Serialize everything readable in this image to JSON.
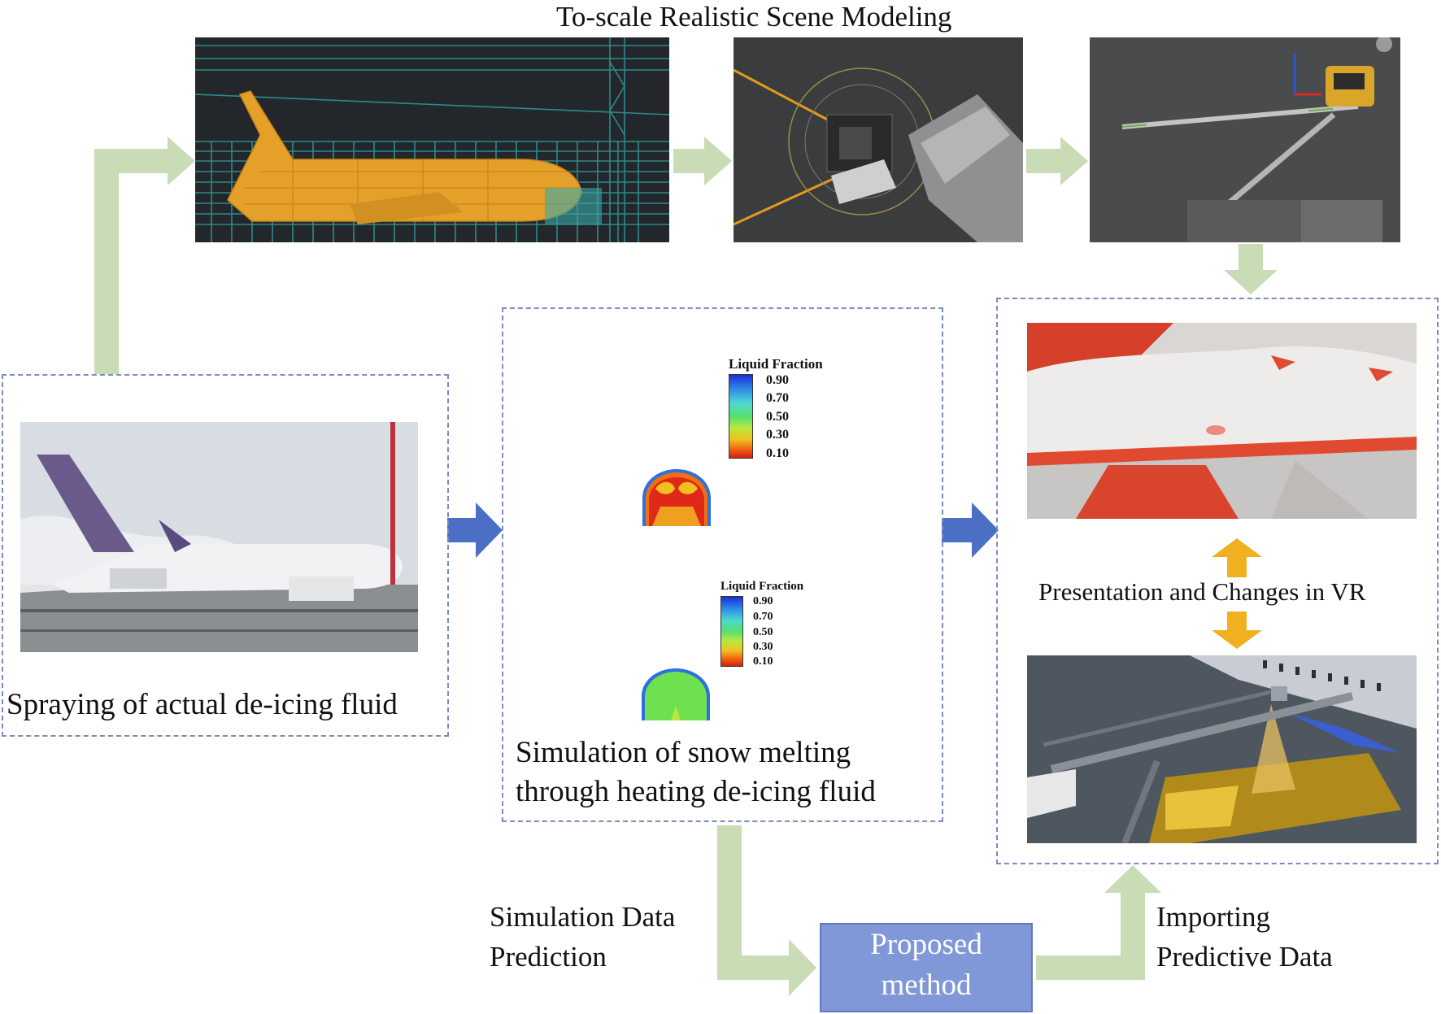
{
  "diagram": {
    "top_title": "To-scale Realistic Scene Modeling",
    "left_caption": "Spraying of actual de-icing fluid",
    "center_caption_line1": "Simulation of snow melting",
    "center_caption_line2": "through heating de-icing fluid",
    "vr_caption": "Presentation and Changes in VR",
    "sim_label_line1": "Simulation Data",
    "sim_label_line2": "Prediction",
    "import_label_line1": "Importing",
    "import_label_line2": "Predictive Data",
    "proposed_line1": "Proposed",
    "proposed_line2": "method",
    "legend_title": "Liquid Fraction",
    "legend_values": [
      "0.90",
      "0.70",
      "0.50",
      "0.30",
      "0.10"
    ]
  },
  "colors": {
    "green_arrow": "#c9dcb5",
    "blue_arrow": "#4a6fc4",
    "orange_arrow": "#f0b020",
    "dashed_border": "#7b8cc0",
    "proposed_fill": "#8097d8"
  }
}
